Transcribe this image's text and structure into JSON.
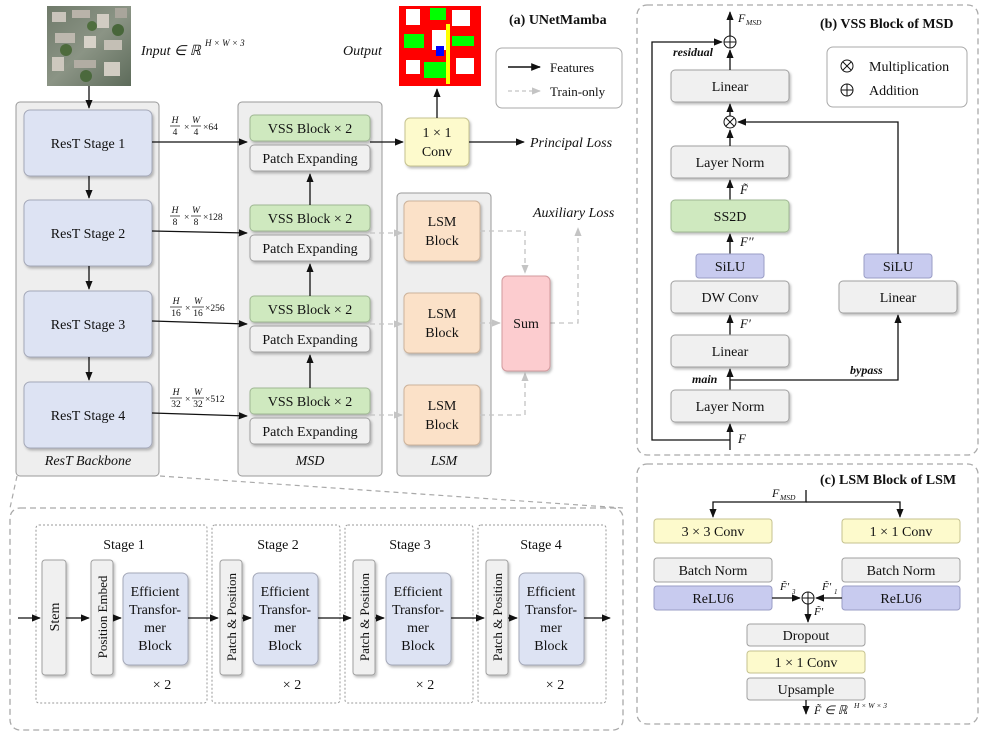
{
  "colors": {
    "blue_block": "#dde3f3",
    "green_block": "#cfe9bf",
    "yellow_block": "#fdfacc",
    "orange_block": "#fbe1c8",
    "pink_block": "#fccccf",
    "violet_block": "#c8cbef",
    "gray_block": "#f0f0f0",
    "panel_bg": "#eeeeee",
    "border": "#9a9a9a",
    "dash": "#bdbdbd"
  },
  "icons": {
    "input_image": "satellite-image",
    "output_image": "segmentation-map"
  },
  "panel_a": {
    "title": "(a) UNetMamba",
    "input_label": "Input ∈ ℝ",
    "input_sup": "H × W × 3",
    "output_label": "Output",
    "legend": {
      "features": "Features",
      "train_only": "Train-only"
    },
    "stages": [
      "ResT Stage 1",
      "ResT Stage 2",
      "ResT Stage 3",
      "ResT Stage 4"
    ],
    "backbone_label": "ResT Backbone",
    "dims": [
      {
        "h": "H",
        "hd": "4",
        "w": "W",
        "wd": "4",
        "c": "×64"
      },
      {
        "h": "H",
        "hd": "8",
        "w": "W",
        "wd": "8",
        "c": "×128"
      },
      {
        "h": "H",
        "hd": "16",
        "w": "W",
        "wd": "16",
        "c": "×256"
      },
      {
        "h": "H",
        "hd": "32",
        "w": "W",
        "wd": "32",
        "c": "×512"
      }
    ],
    "vss_block": "VSS Block × 2",
    "patch_expanding": "Patch Expanding",
    "msd_label": "MSD",
    "conv_line1": "1 × 1",
    "conv_line2": "Conv",
    "principal_loss": "Principal Loss",
    "auxiliary_loss": "Auxiliary Loss",
    "lsm_line1": "LSM",
    "lsm_line2": "Block",
    "lsm_label": "LSM",
    "sum": "Sum"
  },
  "panel_b": {
    "title": "(b) VSS Block of MSD",
    "legend_mult": "Multiplication",
    "legend_add": "Addition",
    "f_msd": "F",
    "f_msd_sub": "MSD",
    "residual": "residual",
    "linear": "Linear",
    "layer_norm": "Layer Norm",
    "f_tilde": "F̃",
    "ss2d": "SS2D",
    "f_dprime": "F′′",
    "silu": "SiLU",
    "dw_conv": "DW Conv",
    "f_prime": "F′",
    "main": "main",
    "bypass": "bypass",
    "f": "F"
  },
  "panel_c": {
    "title": "(c) LSM Block of LSM",
    "f_msd": "F",
    "f_msd_sub": "MSD",
    "conv3": "3 × 3  Conv",
    "conv1": "1 × 1  Conv",
    "batch_norm": "Batch Norm",
    "relu6": "ReLU6",
    "f3": "F̃′",
    "f3_sub": "3",
    "f1": "F̃′",
    "f1_sub": "1",
    "f_tprime": "F̃′",
    "dropout": "Dropout",
    "upsample": "Upsample",
    "out_label": "F̃ ∈ ℝ",
    "out_sup": "H × W × 3"
  },
  "rest_detail": {
    "stage_titles": [
      "Stage 1",
      "Stage 2",
      "Stage 3",
      "Stage 4"
    ],
    "stem": "Stem",
    "position_embed": "Position Embed",
    "patch_position": "Patch & Position",
    "etb_line1": "Efficient",
    "etb_line2": "Transfor-",
    "etb_line3": "mer",
    "etb_line4": "Block",
    "times_two": "× 2"
  }
}
